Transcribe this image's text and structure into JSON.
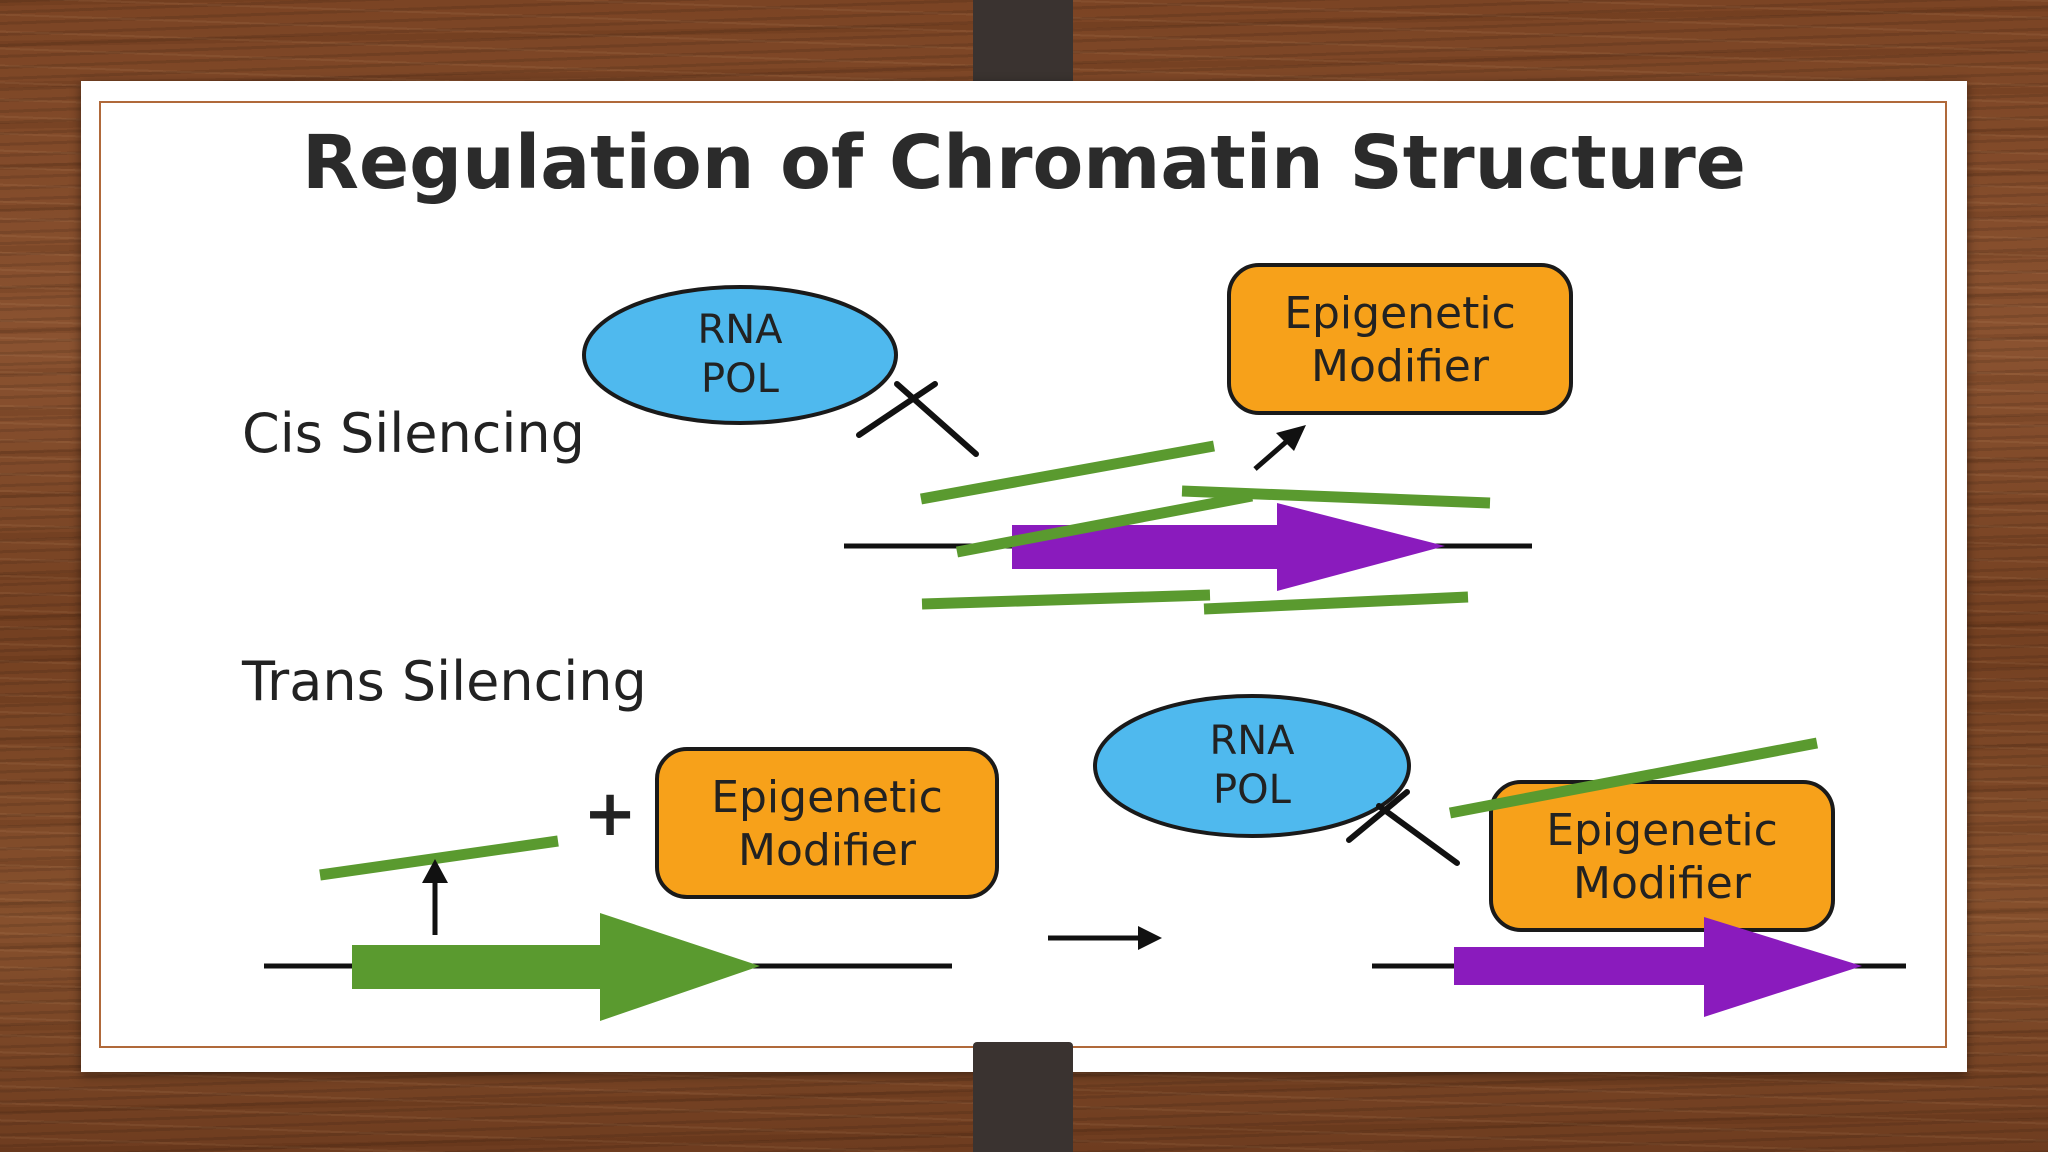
{
  "slide": {
    "title": "Regulation of Chromatin Structure"
  },
  "diagram": {
    "cis_label": "Cis Silencing",
    "trans_label": "Trans Silencing",
    "rna_pol_line1": "RNA",
    "rna_pol_line2": "POL",
    "modifier_line1": "Epigenetic",
    "modifier_line2": "Modifier",
    "plus_sign": "+"
  },
  "colors": {
    "rna_pol_fill": "#4fb9ee",
    "modifier_fill": "#f7a11a",
    "gene_green": "#5a9a2f",
    "gene_purple": "#8a1bbd"
  }
}
